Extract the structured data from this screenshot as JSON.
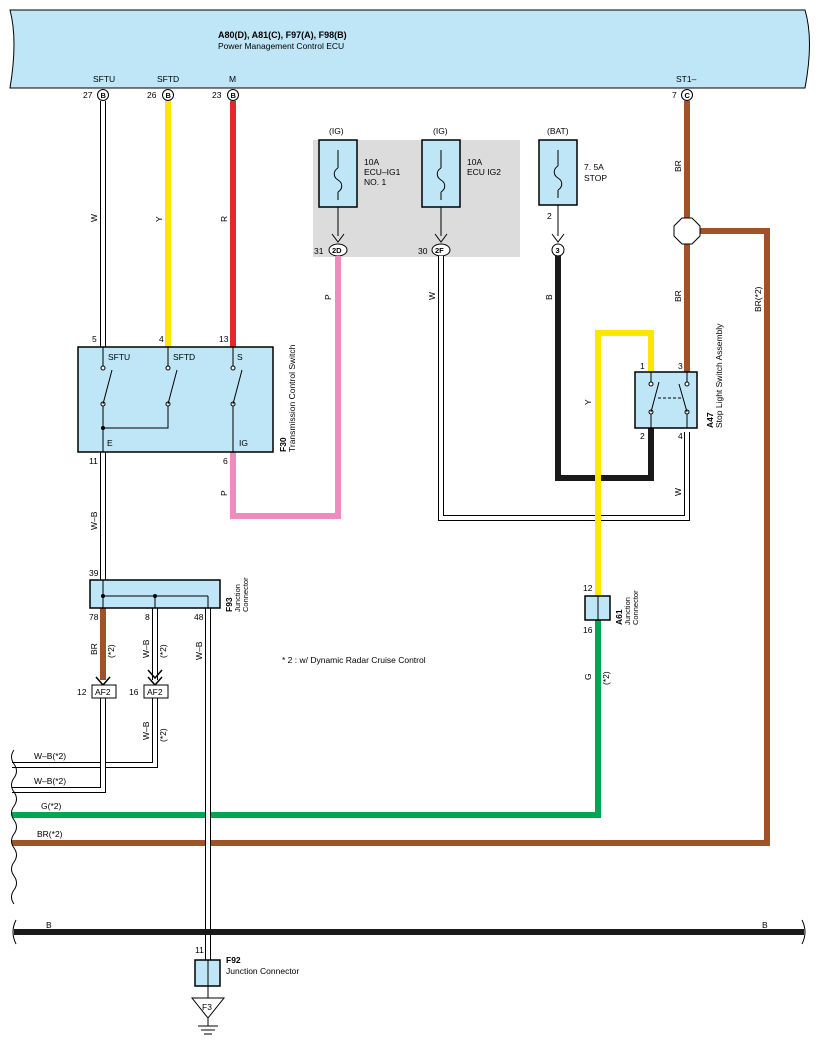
{
  "ecu": {
    "title": "A80(D), A81(C), F97(A), F98(B)",
    "name": "Power Management Control ECU"
  },
  "ecu_pins": [
    {
      "signal": "SFTU",
      "pin": "27",
      "conn": "B"
    },
    {
      "signal": "SFTD",
      "pin": "26",
      "conn": "B"
    },
    {
      "signal": "M",
      "pin": "23",
      "conn": "B"
    },
    {
      "signal": "ST1–",
      "pin": "7",
      "conn": "C"
    }
  ],
  "fuses": [
    {
      "source": "(IG)",
      "rating": "10A",
      "name1": "ECU–IG1",
      "name2": "NO. 1",
      "pin": "31",
      "conn": "2D"
    },
    {
      "source": "(IG)",
      "rating": "10A",
      "name1": "ECU IG2",
      "name2": "",
      "pin": "30",
      "conn": "2F"
    },
    {
      "source": "(BAT)",
      "rating": "7. 5A",
      "name1": "STOP",
      "name2": "",
      "pin": "2",
      "conn": "3"
    }
  ],
  "wires": {
    "w": "W",
    "y": "Y",
    "r": "R",
    "p": "P",
    "br": "BR",
    "b": "B",
    "wb": "W–B",
    "g": "G",
    "br2": "BR(*2)",
    "star2": "(*2)"
  },
  "switch_f30": {
    "code": "F30",
    "name": "Transmission Control Switch",
    "pins_top": [
      "5",
      "4",
      "13"
    ],
    "labels_top": [
      "SFTU",
      "SFTD",
      "S"
    ],
    "pins_bottom": [
      "11",
      "6"
    ],
    "labels_bottom": [
      "E",
      "IG"
    ]
  },
  "switch_a47": {
    "code": "A47",
    "name": "Stop Light Switch Assembly",
    "pins": [
      "1",
      "3",
      "2",
      "4"
    ]
  },
  "jc_f93": {
    "code": "F93",
    "name1": "Junction",
    "name2": "Connector",
    "pins": [
      "39",
      "78",
      "8",
      "48"
    ]
  },
  "jc_a61": {
    "code": "A61",
    "name1": "Junction",
    "name2": "Connector",
    "pins": [
      "12",
      "16"
    ]
  },
  "af2": [
    {
      "pin": "12",
      "label": "AF2"
    },
    {
      "pin": "16",
      "label": "AF2"
    }
  ],
  "note": "* 2 : w/ Dynamic Radar Cruise Control",
  "outputs": [
    {
      "label": "W–B(*2)"
    },
    {
      "label": "W–B(*2)"
    },
    {
      "label": "G(*2)"
    },
    {
      "label": "BR(*2)"
    }
  ],
  "ground_bus": {
    "left": "B",
    "right": "B"
  },
  "jc_f92": {
    "code": "F92",
    "name": "Junction Connector",
    "pin": "11"
  },
  "ground": {
    "label": "F3"
  },
  "colors": {
    "ecu_fill": "#bfe6f6",
    "yellow": "#fde600",
    "red": "#e8272c",
    "pink": "#ef8cbf",
    "brown": "#a0522d",
    "black": "#1a1a1a",
    "green": "#00a651",
    "shade": "#dcdcdc"
  }
}
